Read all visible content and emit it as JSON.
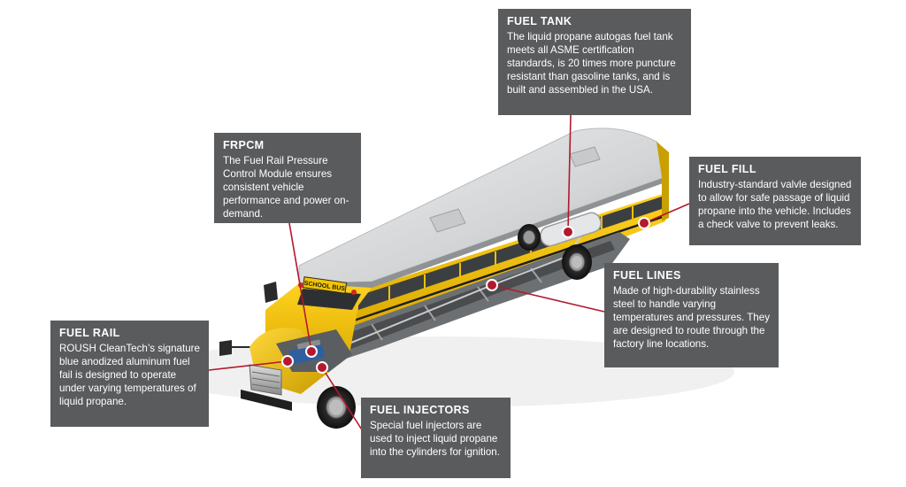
{
  "callouts": {
    "fuel_tank": {
      "title": "FUEL TANK",
      "body": "The liquid propane autogas fuel tank meets all ASME certification standards, is 20 times more puncture resistant than gasoline tanks, and is built and assembled in the USA."
    },
    "frpcm": {
      "title": "FRPCM",
      "body": "The Fuel Rail Pressure Control Module ensures consistent vehicle performance and power on-demand."
    },
    "fuel_fill": {
      "title": "FUEL FILL",
      "body": "Industry-standard valvle designed to allow for safe passage of liquid propane into the vehicle. Includes a check valve to prevent leaks."
    },
    "fuel_lines": {
      "title": "FUEL LINES",
      "body": "Made of high-durability stainless steel to handle varying temperatures and pressures. They are designed to route through the factory line locations."
    },
    "fuel_rail": {
      "title": "FUEL RAIL",
      "body": "ROUSH CleanTech’s signature blue anodized aluminum fuel fail is designed to operate under varying temperatures of liquid propane."
    },
    "fuel_injectors": {
      "title": "FUEL INJECTORS",
      "body": "Special fuel injectors are used to inject liquid propane into the cylinders for ignition."
    }
  },
  "bus": {
    "sign_text": "SCHOOL BUS"
  },
  "colors": {
    "callout_bg": "#595b5d",
    "callout_text": "#ffffff",
    "leader_line": "#b3182e",
    "bus_yellow": "#f2c500",
    "roof_silver": "#d6d7d8"
  }
}
